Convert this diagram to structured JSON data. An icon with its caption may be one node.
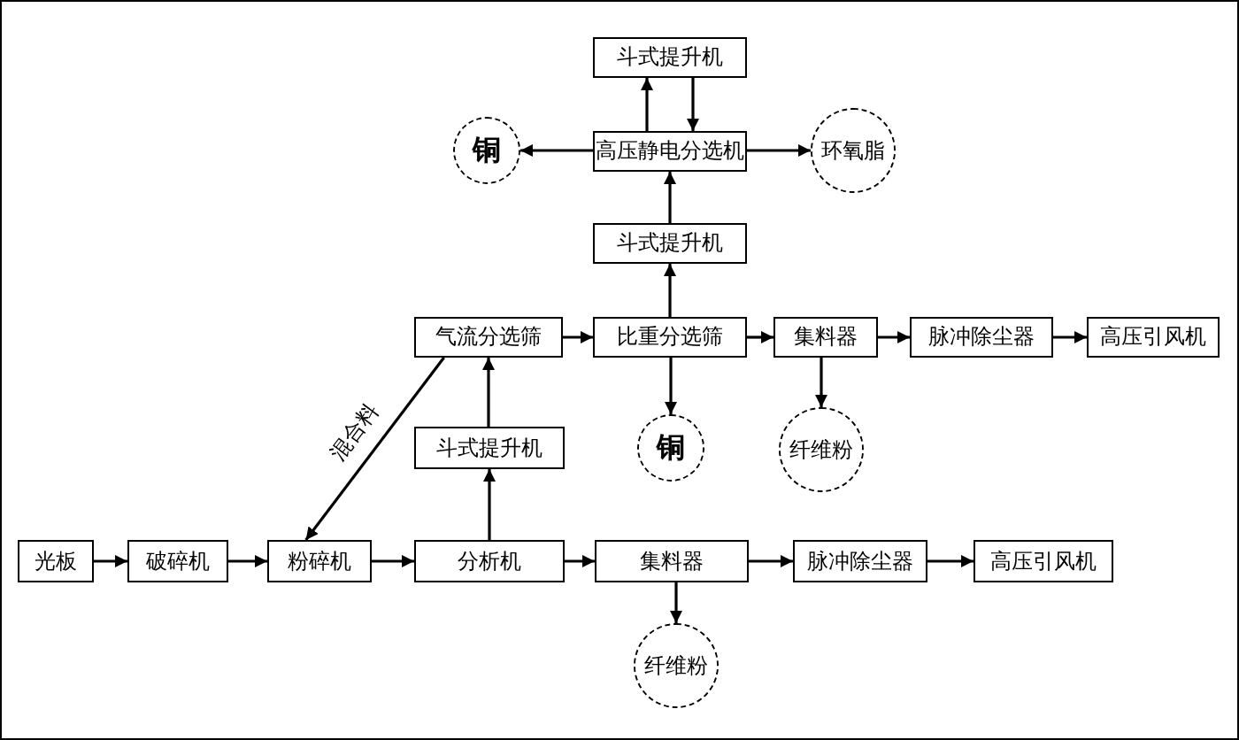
{
  "diagram": {
    "nodes": [
      {
        "text": [
          "斗式提升机"
        ]
      },
      {
        "text": [
          "铜"
        ]
      },
      {
        "text": [
          "高压静电分选机"
        ]
      },
      {
        "text": [
          "环氧脂"
        ]
      },
      {
        "text": [
          "斗式提升机"
        ]
      },
      {
        "text": [
          "气流分选筛"
        ]
      },
      {
        "text": [
          "比重分选筛"
        ]
      },
      {
        "text": [
          "集料器"
        ]
      },
      {
        "text": [
          "脉冲除尘器"
        ]
      },
      {
        "text": [
          "高压引风机"
        ]
      },
      {
        "text": [
          "斗式提升机"
        ]
      },
      {
        "text": [
          "铜"
        ]
      },
      {
        "text": [
          "纤维粉"
        ]
      },
      {
        "text": [
          "光板"
        ]
      },
      {
        "text": [
          "破碎机"
        ]
      },
      {
        "text": [
          "粉碎机"
        ]
      },
      {
        "text": [
          "分析机"
        ]
      },
      {
        "text": [
          "集料器"
        ]
      },
      {
        "text": [
          "脉冲除尘器"
        ]
      },
      {
        "text": [
          "高压引风机"
        ]
      },
      {
        "text": [
          "纤维粉"
        ]
      }
    ],
    "edges": [
      {
        "from": 2,
        "to": 0,
        "arrow": "to"
      },
      {
        "from": 0,
        "to": 2,
        "arrow": "to"
      },
      {
        "from": 2,
        "to": 1,
        "arrow": "to"
      },
      {
        "from": 2,
        "to": 3,
        "arrow": "to"
      },
      {
        "from": 4,
        "to": 2,
        "arrow": "to"
      },
      {
        "from": 6,
        "to": 4,
        "arrow": "to"
      },
      {
        "from": 5,
        "to": 6,
        "arrow": "to"
      },
      {
        "from": 6,
        "to": 7,
        "arrow": "to"
      },
      {
        "from": 7,
        "to": 8,
        "arrow": "to"
      },
      {
        "from": 8,
        "to": 9,
        "arrow": "to"
      },
      {
        "from": 6,
        "to": 11,
        "arrow": "to"
      },
      {
        "from": 7,
        "to": 12,
        "arrow": "to"
      },
      {
        "from": 10,
        "to": 5,
        "arrow": "to"
      },
      {
        "from": 16,
        "to": 10,
        "arrow": "to"
      },
      {
        "from": 5,
        "to": 15,
        "arrow": "to",
        "label": "混合料"
      },
      {
        "from": 13,
        "to": 14,
        "arrow": "to"
      },
      {
        "from": 14,
        "to": 15,
        "arrow": "to"
      },
      {
        "from": 15,
        "to": 16,
        "arrow": "to"
      },
      {
        "from": 16,
        "to": 17,
        "arrow": "to"
      },
      {
        "from": 17,
        "to": 18,
        "arrow": "to"
      },
      {
        "from": 18,
        "to": 19,
        "arrow": "to"
      },
      {
        "from": 17,
        "to": 20,
        "arrow": "to"
      }
    ]
  }
}
